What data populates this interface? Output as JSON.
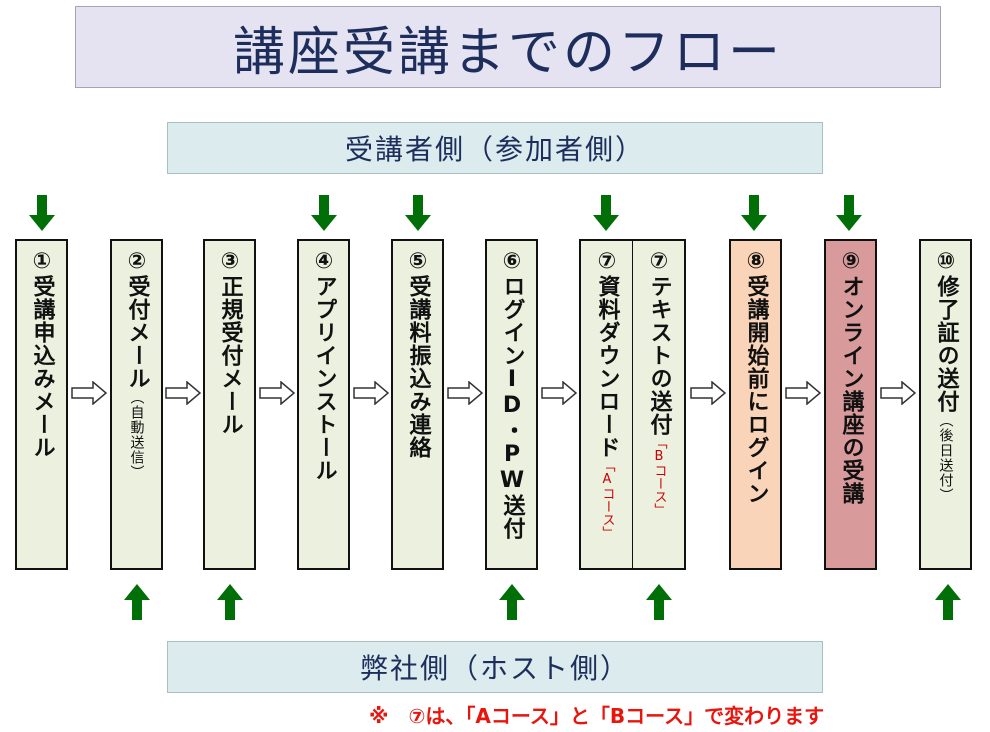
{
  "title": "講座受講までのフロー",
  "participant_side": "受講者側（参加者側）",
  "host_side": "弊社側（ホスト側）",
  "steps": [
    {
      "label": "①受講申込みメール"
    },
    {
      "label": "②受付メール",
      "sub": "（自動送信）"
    },
    {
      "label": "③正規受付メール"
    },
    {
      "label": "④アプリインストール"
    },
    {
      "label": "⑤受講料振込み連絡"
    },
    {
      "label": "⑥ログインID・PW送付"
    },
    {
      "label": "⑦資料ダウンロード",
      "course": "「Aコース」"
    },
    {
      "label": "⑦テキストの送付",
      "course": "「Bコース」"
    },
    {
      "label": "⑧受講開始前にログイン"
    },
    {
      "label": "⑨オンライン講座の受講"
    },
    {
      "label": "⑩修了証の送付",
      "sub": "（後日送付）"
    }
  ],
  "note": "※　⑦は、「Aコース」と「Bコース」で変わります",
  "colors": {
    "step_fill": "#ebf1de",
    "step8_fill": "#fad4b8",
    "step9_fill": "#d89a9a",
    "arrow_green": "#006f07",
    "note_red": "#e8150d",
    "title_text": "#1d2e5c"
  }
}
